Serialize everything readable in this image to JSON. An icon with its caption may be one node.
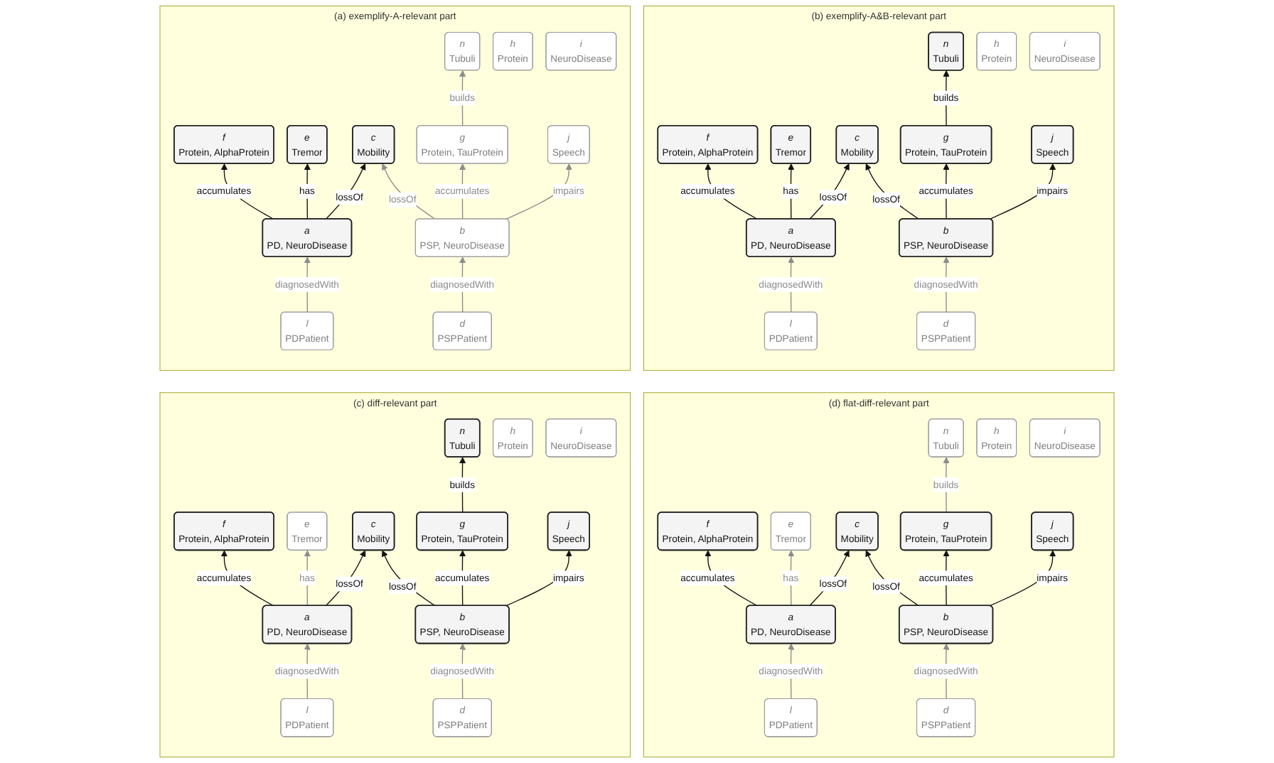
{
  "diagram": {
    "nodes": [
      {
        "text": [
          "(a) exemplify-A-relevant part"
        ]
      },
      {
        "text": [
          "f",
          "Protein, AlphaProtein"
        ],
        "in": 0
      },
      {
        "text": [
          "n",
          "Tubuli"
        ],
        "in": 0
      },
      {
        "text": [
          "g",
          "Protein, TauProtein"
        ],
        "in": 0
      },
      {
        "text": [
          "j",
          "Speech"
        ],
        "in": 0
      },
      {
        "text": [
          "e",
          "Tremor"
        ],
        "in": 0
      },
      {
        "text": [
          "c",
          "Mobility"
        ],
        "in": 0
      },
      {
        "text": [
          "h",
          "Protein"
        ],
        "in": 0
      },
      {
        "text": [
          "a",
          "PD, NeuroDisease"
        ],
        "in": 0
      },
      {
        "text": [
          "b",
          "PSP, NeuroDisease"
        ],
        "in": 0
      },
      {
        "text": [
          "i",
          "NeuroDisease"
        ],
        "in": 0
      },
      {
        "text": [
          "l",
          "PDPatient"
        ],
        "in": 0
      },
      {
        "text": [
          "d",
          "PSPPatient"
        ],
        "in": 0
      },
      {
        "text": [
          "(b) exemplify-A&B-relevant part"
        ]
      },
      {
        "text": [
          "f",
          "Protein, AlphaProtein"
        ],
        "in": 13
      },
      {
        "text": [
          "n",
          "Tubuli"
        ],
        "in": 13
      },
      {
        "text": [
          "g",
          "Protein, TauProtein"
        ],
        "in": 13
      },
      {
        "text": [
          "j",
          "Speech"
        ],
        "in": 13
      },
      {
        "text": [
          "e",
          "Tremor"
        ],
        "in": 13
      },
      {
        "text": [
          "c",
          "Mobility"
        ],
        "in": 13
      },
      {
        "text": [
          "h",
          "Protein"
        ],
        "in": 13
      },
      {
        "text": [
          "a",
          "PD, NeuroDisease"
        ],
        "in": 13
      },
      {
        "text": [
          "b",
          "PSP, NeuroDisease"
        ],
        "in": 13
      },
      {
        "text": [
          "i",
          "NeuroDisease"
        ],
        "in": 13
      },
      {
        "text": [
          "l",
          "PDPatient"
        ],
        "in": 13
      },
      {
        "text": [
          "d",
          "PSPPatient"
        ],
        "in": 13
      },
      {
        "text": [
          "(c) diff-relevant part"
        ]
      },
      {
        "text": [
          "f",
          "Protein, AlphaProtein"
        ],
        "in": 26
      },
      {
        "text": [
          "n",
          "Tubuli"
        ],
        "in": 26
      },
      {
        "text": [
          "g",
          "Protein, TauProtein"
        ],
        "in": 26
      },
      {
        "text": [
          "j",
          "Speech"
        ],
        "in": 26
      },
      {
        "text": [
          "e",
          "Tremor"
        ],
        "in": 26
      },
      {
        "text": [
          "c",
          "Mobility"
        ],
        "in": 26
      },
      {
        "text": [
          "h",
          "Protein"
        ],
        "in": 26
      },
      {
        "text": [
          "a",
          "PD, NeuroDisease"
        ],
        "in": 26
      },
      {
        "text": [
          "b",
          "PSP, NeuroDisease"
        ],
        "in": 26
      },
      {
        "text": [
          "i",
          "NeuroDisease"
        ],
        "in": 26
      },
      {
        "text": [
          "l",
          "PDPatient"
        ],
        "in": 26
      },
      {
        "text": [
          "d",
          "PSPPatient"
        ],
        "in": 26
      },
      {
        "text": [
          "(d) flat-diff-relevant part"
        ]
      },
      {
        "text": [
          "f",
          "Protein, AlphaProtein"
        ],
        "in": 39
      },
      {
        "text": [
          "n",
          "Tubuli"
        ],
        "in": 39
      },
      {
        "text": [
          "g",
          "Protein, TauProtein"
        ],
        "in": 39
      },
      {
        "text": [
          "j",
          "Speech"
        ],
        "in": 39
      },
      {
        "text": [
          "e",
          "Tremor"
        ],
        "in": 39
      },
      {
        "text": [
          "c",
          "Mobility"
        ],
        "in": 39
      },
      {
        "text": [
          "h",
          "Protein"
        ],
        "in": 39
      },
      {
        "text": [
          "a",
          "PD, NeuroDisease"
        ],
        "in": 39
      },
      {
        "text": [
          "b",
          "PSP, NeuroDisease"
        ],
        "in": 39
      },
      {
        "text": [
          "i",
          "NeuroDisease"
        ],
        "in": 39
      },
      {
        "text": [
          "l",
          "PDPatient"
        ],
        "in": 39
      },
      {
        "text": [
          "d",
          "PSPPatient"
        ],
        "in": 39
      }
    ],
    "edges": [
      {
        "from": 8,
        "to": 1,
        "arrow": "to",
        "label": "accumulates"
      },
      {
        "from": 8,
        "to": 5,
        "arrow": "to",
        "label": "has"
      },
      {
        "from": 8,
        "to": 6,
        "arrow": "to",
        "label": "lossOf"
      },
      {
        "from": 9,
        "to": 6,
        "arrow": "to",
        "label": "lossOf",
        "color": "#8c8c8c"
      },
      {
        "from": 9,
        "to": 3,
        "arrow": "to",
        "label": "accumulates",
        "color": "#8c8c8c"
      },
      {
        "from": 3,
        "to": 2,
        "arrow": "to",
        "label": "builds",
        "color": "#8c8c8c"
      },
      {
        "from": 9,
        "to": 4,
        "arrow": "to",
        "label": "impairs",
        "color": "#8c8c8c"
      },
      {
        "from": 11,
        "to": 8,
        "arrow": "to",
        "label": "diagnosedWith",
        "color": "#8c8c8c"
      },
      {
        "from": 12,
        "to": 9,
        "arrow": "to",
        "label": "diagnosedWith",
        "color": "#8c8c8c"
      },
      {
        "from": 21,
        "to": 14,
        "arrow": "to",
        "label": "accumulates"
      },
      {
        "from": 21,
        "to": 18,
        "arrow": "to",
        "label": "has"
      },
      {
        "from": 21,
        "to": 19,
        "arrow": "to",
        "label": "lossOf"
      },
      {
        "from": 22,
        "to": 19,
        "arrow": "to",
        "label": "lossOf"
      },
      {
        "from": 22,
        "to": 16,
        "arrow": "to",
        "label": "accumulates"
      },
      {
        "from": 16,
        "to": 15,
        "arrow": "to",
        "label": "builds"
      },
      {
        "from": 22,
        "to": 17,
        "arrow": "to",
        "label": "impairs"
      },
      {
        "from": 24,
        "to": 21,
        "arrow": "to",
        "label": "diagnosedWith",
        "color": "#8c8c8c"
      },
      {
        "from": 25,
        "to": 22,
        "arrow": "to",
        "label": "diagnosedWith",
        "color": "#8c8c8c"
      },
      {
        "from": 34,
        "to": 27,
        "arrow": "to",
        "label": "accumulates"
      },
      {
        "from": 34,
        "to": 31,
        "arrow": "to",
        "label": "has",
        "color": "#8c8c8c"
      },
      {
        "from": 34,
        "to": 32,
        "arrow": "to",
        "label": "lossOf"
      },
      {
        "from": 35,
        "to": 32,
        "arrow": "to",
        "label": "lossOf"
      },
      {
        "from": 35,
        "to": 29,
        "arrow": "to",
        "label": "accumulates"
      },
      {
        "from": 29,
        "to": 28,
        "arrow": "to",
        "label": "builds"
      },
      {
        "from": 35,
        "to": 30,
        "arrow": "to",
        "label": "impairs"
      },
      {
        "from": 37,
        "to": 34,
        "arrow": "to",
        "label": "diagnosedWith",
        "color": "#8c8c8c"
      },
      {
        "from": 38,
        "to": 35,
        "arrow": "to",
        "label": "diagnosedWith",
        "color": "#8c8c8c"
      },
      {
        "from": 47,
        "to": 40,
        "arrow": "to",
        "label": "accumulates"
      },
      {
        "from": 47,
        "to": 44,
        "arrow": "to",
        "label": "has",
        "color": "#8c8c8c"
      },
      {
        "from": 47,
        "to": 45,
        "arrow": "to",
        "label": "lossOf"
      },
      {
        "from": 48,
        "to": 45,
        "arrow": "to",
        "label": "lossOf"
      },
      {
        "from": 48,
        "to": 42,
        "arrow": "to",
        "label": "accumulates"
      },
      {
        "from": 42,
        "to": 41,
        "arrow": "to",
        "label": "builds",
        "color": "#8c8c8c"
      },
      {
        "from": 48,
        "to": 43,
        "arrow": "to",
        "label": "impairs"
      },
      {
        "from": 50,
        "to": 47,
        "arrow": "to",
        "label": "diagnosedWith",
        "color": "#8c8c8c"
      },
      {
        "from": 51,
        "to": 48,
        "arrow": "to",
        "label": "diagnosedWith",
        "color": "#8c8c8c"
      }
    ]
  }
}
